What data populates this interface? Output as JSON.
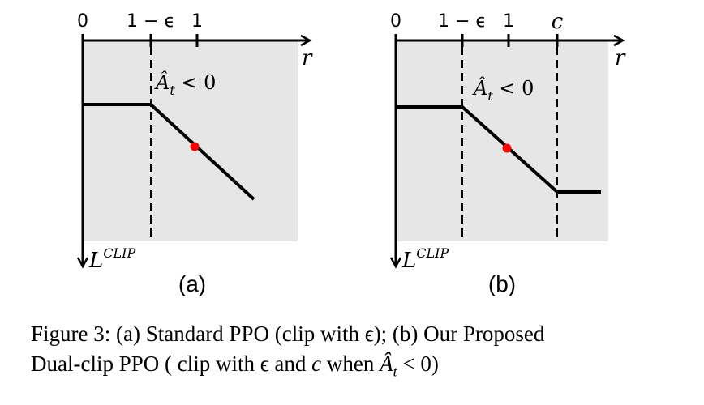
{
  "figure": {
    "ticks": {
      "zero": "0",
      "one_minus_eps": "1 − ϵ",
      "one": "1",
      "c": "c"
    },
    "x_axis_label": "r",
    "y_axis_label": "L",
    "y_axis_sup": "CLIP",
    "condition_prefix": "Â",
    "condition_sub": "t",
    "condition_suffix": " < 0",
    "panel_a_label": "(a)",
    "panel_b_label": "(b)",
    "colors": {
      "shade": "#e6e6e6",
      "line": "#000000",
      "point": "#ff0000"
    }
  },
  "caption": {
    "line1": "Figure 3: (a) Standard PPO (clip with ϵ); (b) Our Proposed",
    "line2_pre": "Dual-clip PPO ( clip with ϵ and ",
    "line2_c": "c",
    "line2_mid": " when ",
    "line2_A": "Â",
    "line2_sub": "t",
    "line2_post": " < 0)"
  }
}
